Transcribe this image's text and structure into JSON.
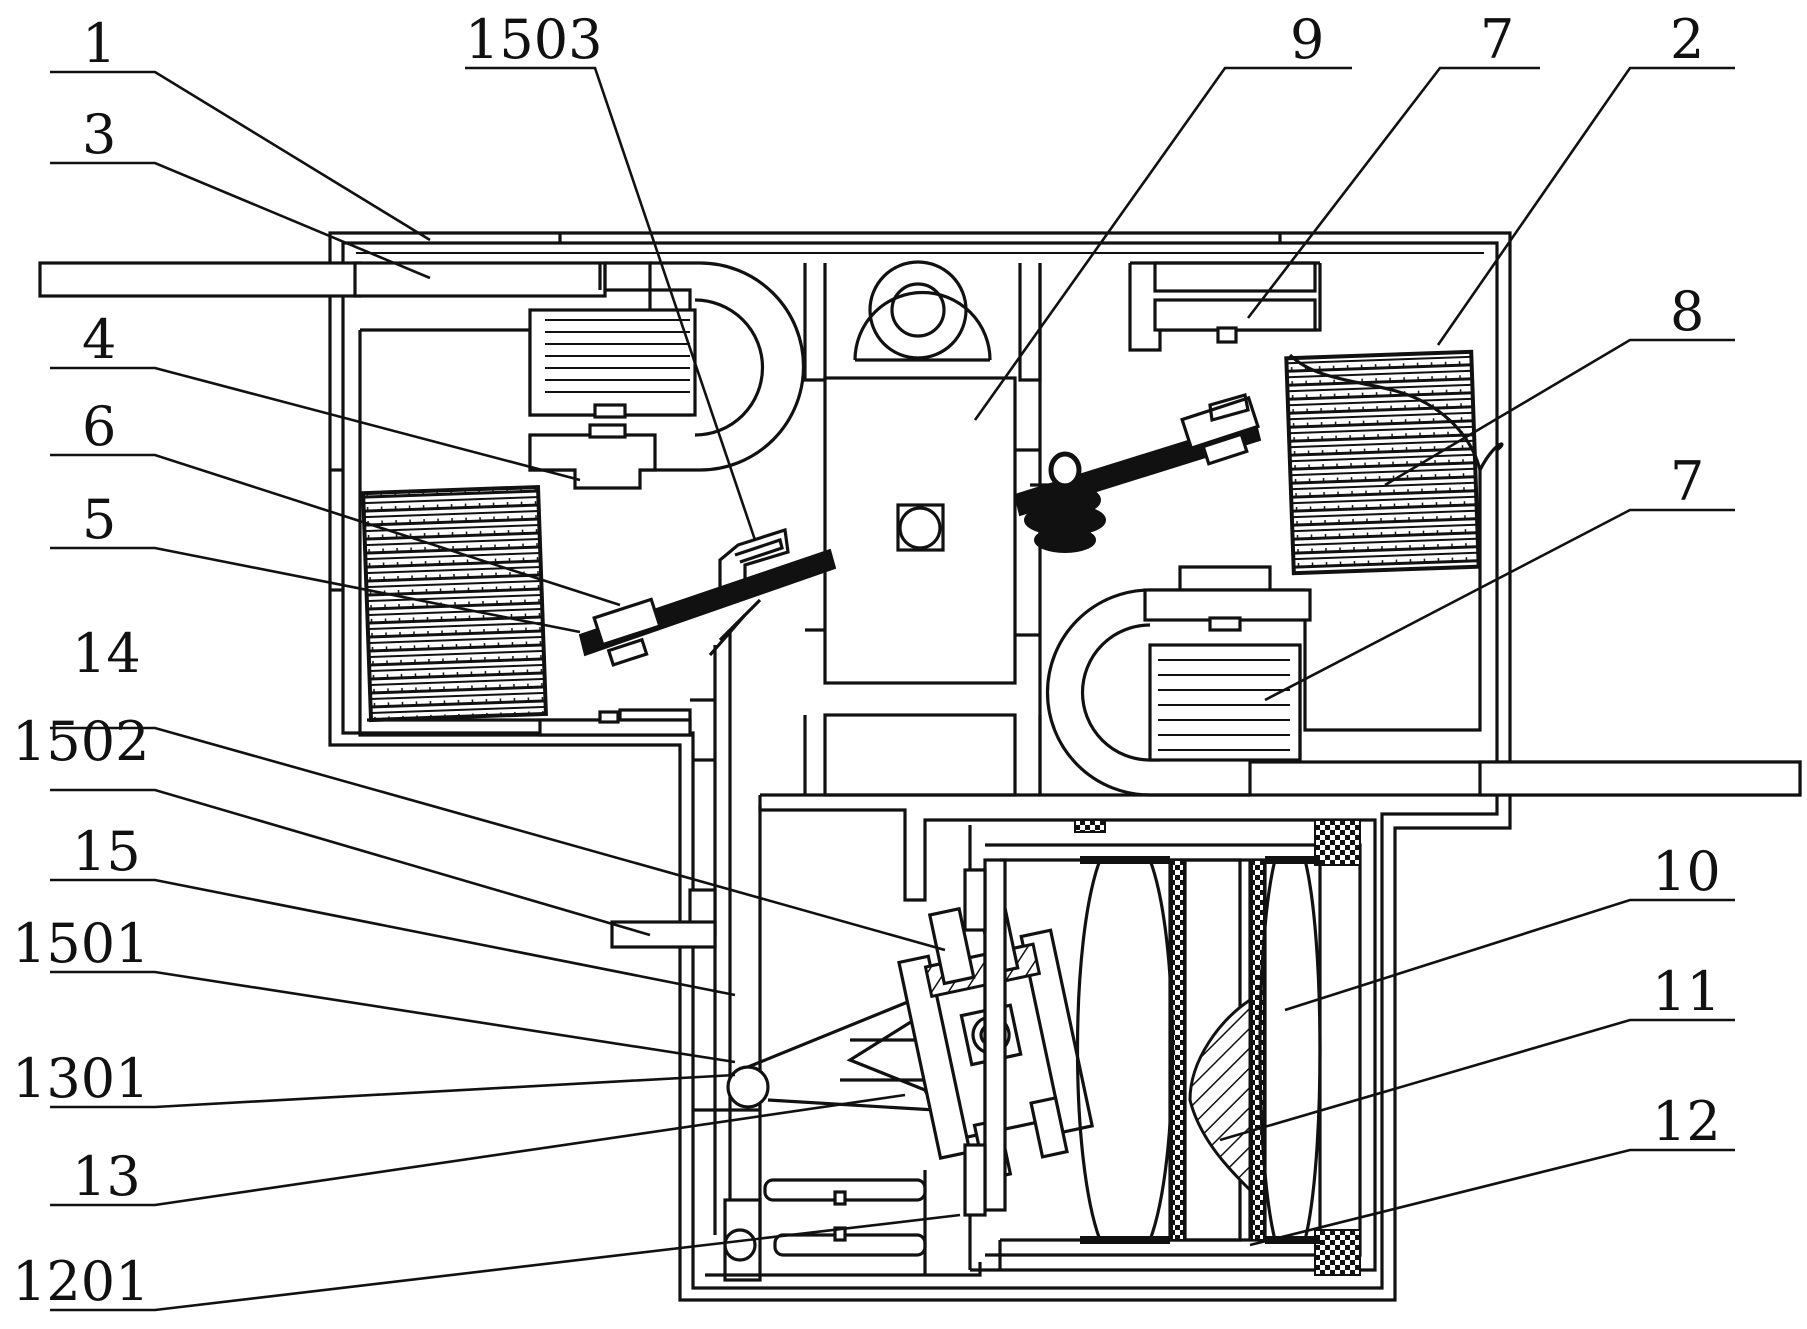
{
  "figure": {
    "callouts": [
      {
        "id": "c1",
        "text": "1"
      },
      {
        "id": "c3",
        "text": "3"
      },
      {
        "id": "c4",
        "text": "4"
      },
      {
        "id": "c6",
        "text": "6"
      },
      {
        "id": "c5",
        "text": "5"
      },
      {
        "id": "c14",
        "text": "14"
      },
      {
        "id": "c1502",
        "text": "1502"
      },
      {
        "id": "c15",
        "text": "15"
      },
      {
        "id": "c1501",
        "text": "1501"
      },
      {
        "id": "c1301",
        "text": "1301"
      },
      {
        "id": "c13",
        "text": "13"
      },
      {
        "id": "c1201",
        "text": "1201"
      },
      {
        "id": "c1503",
        "text": "1503"
      },
      {
        "id": "c9",
        "text": "9"
      },
      {
        "id": "c7a",
        "text": "7"
      },
      {
        "id": "c2",
        "text": "2"
      },
      {
        "id": "c8",
        "text": "8"
      },
      {
        "id": "c7b",
        "text": "7"
      },
      {
        "id": "c10",
        "text": "10"
      },
      {
        "id": "c11",
        "text": "11"
      },
      {
        "id": "c12",
        "text": "12"
      }
    ]
  },
  "colors": {
    "line": "#111111",
    "background": "#ffffff"
  }
}
